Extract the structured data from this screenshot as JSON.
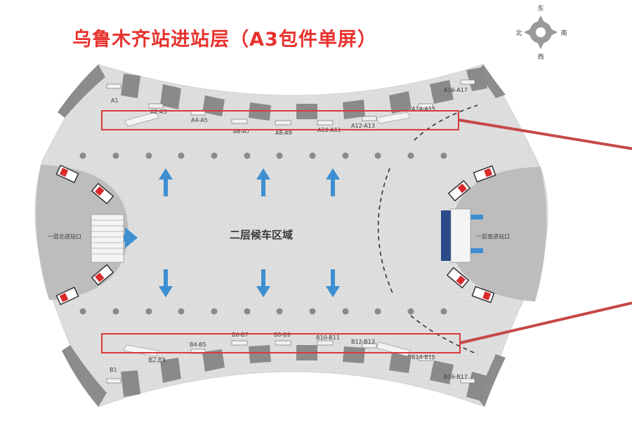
{
  "title": "乌鲁木齐站进站层（A3包件单屏）",
  "compass": {
    "top": "东",
    "left": "北",
    "right": "南",
    "bottom": "西"
  },
  "center_label": "二层候车区域",
  "left_entrance_label": "一层北进站口",
  "right_entrance_label": "一层南进站口",
  "gates_top": [
    "A1",
    "A2-A3",
    "A4-A5",
    "A6-A7",
    "A8-A9",
    "A10-A11",
    "A12-A13",
    "A14-A15",
    "A16-A17"
  ],
  "gates_bottom": [
    "B1",
    "B2-B3",
    "B4-B5",
    "B6-B7",
    "B8-B9",
    "B10-B11",
    "B12-B13",
    "B14-B15",
    "B16-B17"
  ],
  "colors": {
    "title": "#e8322e",
    "arrow": "#3d8fd1",
    "highlight": "#d93a3a",
    "floor": "#dcdcdc",
    "pillar": "#808080"
  }
}
